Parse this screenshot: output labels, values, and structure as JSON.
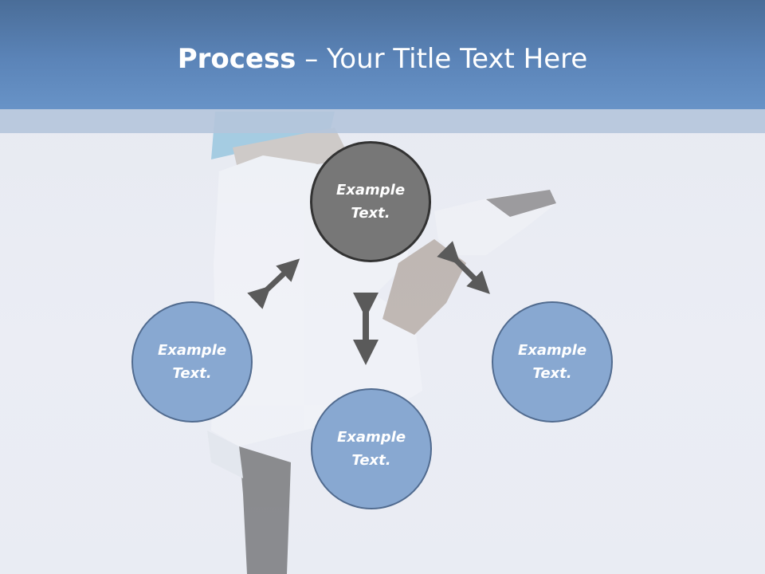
{
  "slide": {
    "title_bold": "Process",
    "title_rest": " – Your Title Text Here"
  },
  "nodes": {
    "top": "Example Text.",
    "left": "Example Text.",
    "bottom": "Example Text.",
    "right": "Example Text."
  },
  "colors": {
    "header": "#5b84b8",
    "node_fill": "#88a8d1",
    "node_border": "#516b8f",
    "center_fill": "#777777",
    "arrow": "#5a5a5a"
  }
}
